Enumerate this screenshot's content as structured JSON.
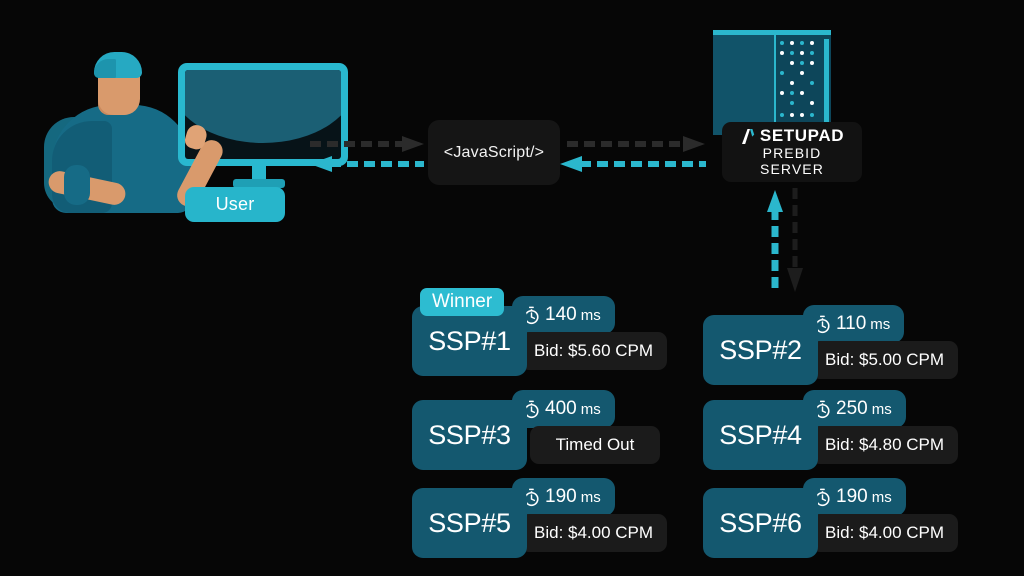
{
  "diagram": {
    "title": "Setupad Prebid Server header bidding auction flow"
  },
  "user": {
    "label": "User",
    "icons": {
      "monitor": "monitor-icon",
      "person": "person-icon"
    }
  },
  "javascript_node": {
    "label": "<JavaScript/>"
  },
  "server_node": {
    "logo_mark": "setupad-lambda-logo",
    "brand": "SETUPAD",
    "line2": "PREBID",
    "line3": "SERVER",
    "graphic": "server-rack-icon"
  },
  "arrows": [
    {
      "name": "arrow-user-to-js",
      "direction": "right",
      "style": "dashed",
      "color": "#2b2b2b"
    },
    {
      "name": "arrow-js-to-user",
      "direction": "left",
      "style": "dashed",
      "color": "#2bb7cd"
    },
    {
      "name": "arrow-js-to-server",
      "direction": "right",
      "style": "dashed",
      "color": "#2b2b2b"
    },
    {
      "name": "arrow-server-to-js",
      "direction": "left",
      "style": "dashed",
      "color": "#2bb7cd"
    },
    {
      "name": "arrow-ssp-to-server",
      "direction": "up",
      "style": "dashed",
      "color": "#2bb7cd"
    },
    {
      "name": "arrow-server-to-ssp",
      "direction": "down",
      "style": "dashed",
      "color": "#1d1d1d"
    }
  ],
  "colors": {
    "background": "#060606",
    "accent_cyan": "#2bb7cd",
    "card_teal": "#14586f",
    "badge_cyan": "#2dbcd1",
    "chip_dark": "#1b1b1b",
    "text_white": "#ffffff"
  },
  "ssps": [
    {
      "name": "SSP#1",
      "time": "140",
      "time_unit": "ms",
      "result": "Bid: $5.60 CPM",
      "winner": true,
      "winner_label": "Winner",
      "timed_out": false,
      "timer_icon": "stopwatch-icon"
    },
    {
      "name": "SSP#2",
      "time": "110",
      "time_unit": "ms",
      "result": "Bid: $5.00 CPM",
      "winner": false,
      "timed_out": false,
      "timer_icon": "stopwatch-icon"
    },
    {
      "name": "SSP#3",
      "time": "400",
      "time_unit": "ms",
      "result": "Timed Out",
      "winner": false,
      "timed_out": true,
      "timer_icon": "stopwatch-icon"
    },
    {
      "name": "SSP#4",
      "time": "250",
      "time_unit": "ms",
      "result": "Bid: $4.80 CPM",
      "winner": false,
      "timed_out": false,
      "timer_icon": "stopwatch-icon"
    },
    {
      "name": "SSP#5",
      "time": "190",
      "time_unit": "ms",
      "result": "Bid: $4.00 CPM",
      "winner": false,
      "timed_out": false,
      "timer_icon": "stopwatch-icon"
    },
    {
      "name": "SSP#6",
      "time": "190",
      "time_unit": "ms",
      "result": "Bid: $4.00 CPM",
      "winner": false,
      "timed_out": false,
      "timer_icon": "stopwatch-icon"
    }
  ]
}
